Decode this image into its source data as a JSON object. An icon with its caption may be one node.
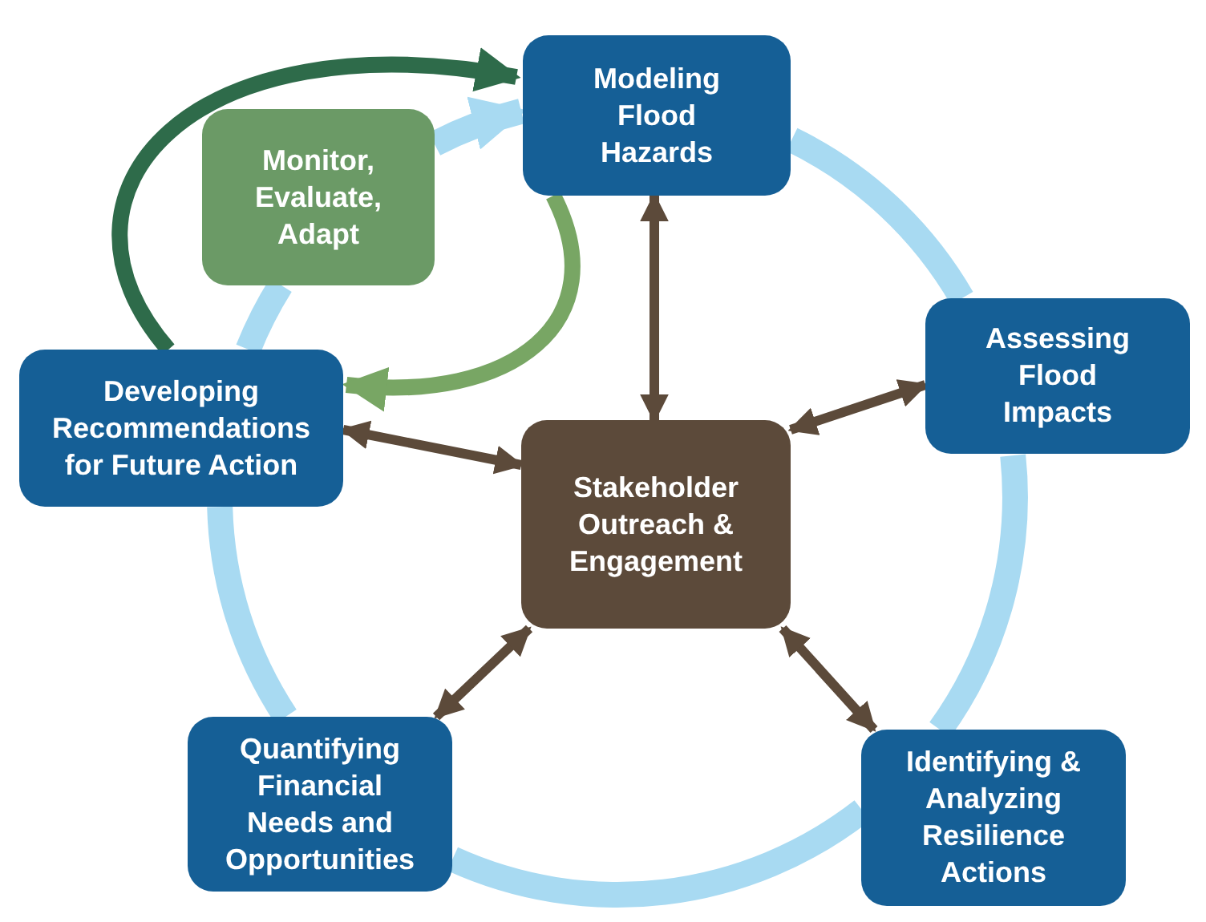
{
  "diagram": {
    "nodes": [
      {
        "text": [
          "Modeling Flood Hazards"
        ]
      },
      {
        "text": [
          "Monitor, Evaluate, Adapt"
        ]
      },
      {
        "text": [
          "Assessing Flood Impacts"
        ]
      },
      {
        "text": [
          "Developing Recommendations for Future Action"
        ]
      },
      {
        "text": [
          "Stakeholder Outreach & Engagement"
        ]
      },
      {
        "text": [
          "Quantifying Financial Needs and Opportunities"
        ]
      },
      {
        "text": [
          "Identifying & Analyzing Resilience Actions"
        ]
      }
    ],
    "edges": [
      {
        "from": 0,
        "to": 2,
        "arrow": "none"
      },
      {
        "from": 2,
        "to": 6,
        "arrow": "none"
      },
      {
        "from": 6,
        "to": 5,
        "arrow": "none"
      },
      {
        "from": 5,
        "to": 3,
        "arrow": "none"
      },
      {
        "from": 3,
        "to": 1,
        "arrow": "none"
      },
      {
        "from": 1,
        "to": 0,
        "arrow": "to"
      },
      {
        "from": 3,
        "to": 0,
        "arrow": "to",
        "color": "#2e6b4a"
      },
      {
        "from": 0,
        "to": 3,
        "arrow": "to",
        "color": "#78a664"
      },
      {
        "from": 4,
        "to": 0,
        "arrow": "both",
        "color": "#5c4a3a"
      },
      {
        "from": 4,
        "to": 2,
        "arrow": "both",
        "color": "#5c4a3a"
      },
      {
        "from": 4,
        "to": 3,
        "arrow": "both",
        "color": "#5c4a3a"
      },
      {
        "from": 4,
        "to": 5,
        "arrow": "both",
        "color": "#5c4a3a"
      },
      {
        "from": 4,
        "to": 6,
        "arrow": "both",
        "color": "#5c4a3a"
      }
    ]
  }
}
